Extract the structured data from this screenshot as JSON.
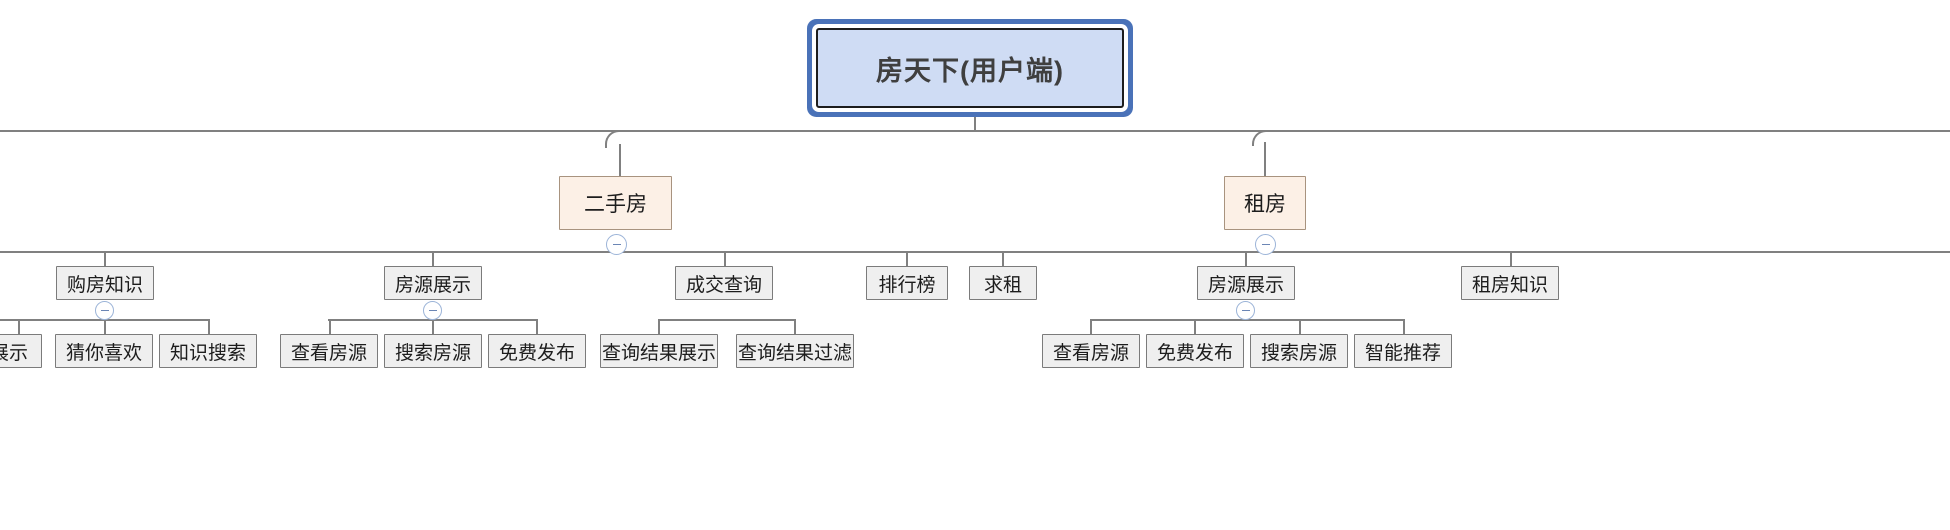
{
  "diagram": {
    "type": "mindmap-tree",
    "title": "房天下(用户端)",
    "orientation": "top-down",
    "colors": {
      "root_fill": "#cfdcf4",
      "root_border": "#4a72b8",
      "level2_fill": "#fcf0e6",
      "level2_border": "#a8937f",
      "level3_fill": "#efefef",
      "level3_border": "#7b7b7b",
      "connector": "#808080",
      "toggle_border": "#9cb4d8",
      "toggle_glyph": "#6b86b5"
    },
    "toggle_icon": "minus-circle-icon",
    "toggle_state": "expanded"
  },
  "root": {
    "label": "房天下(用户端)"
  },
  "branches": [
    {
      "label": "二手房",
      "children": [
        {
          "label": "购房知识",
          "children": [
            {
              "label": "展示"
            },
            {
              "label": "猜你喜欢"
            },
            {
              "label": "知识搜索"
            }
          ]
        },
        {
          "label": "房源展示",
          "children": [
            {
              "label": "查看房源"
            },
            {
              "label": "搜索房源"
            },
            {
              "label": "免费发布"
            }
          ]
        },
        {
          "label": "成交查询",
          "children": [
            {
              "label": "查询结果展示"
            },
            {
              "label": "查询结果过滤"
            }
          ]
        },
        {
          "label": "排行榜",
          "children": []
        }
      ]
    },
    {
      "label": "租房",
      "children": [
        {
          "label": "求租",
          "children": []
        },
        {
          "label": "房源展示",
          "children": [
            {
              "label": "查看房源"
            },
            {
              "label": "免费发布"
            },
            {
              "label": "搜索房源"
            },
            {
              "label": "智能推荐"
            }
          ]
        },
        {
          "label": "租房知识",
          "children": []
        }
      ]
    }
  ],
  "nodes_flat": {
    "root": "房天下(用户端)",
    "ershoufang": "二手房",
    "zufang": "租房",
    "goufangzhishi": "购房知识",
    "fangyuanzhanshi_1": "房源展示",
    "chengjiaochaxun": "成交查询",
    "paihangbang": "排行榜",
    "qiuzu": "求租",
    "fangyuanzhanshi_2": "房源展示",
    "zufangzhishi": "租房知识",
    "zhanshi": "展示",
    "cainixihuan": "猜你喜欢",
    "zhishisousuo": "知识搜索",
    "chakanfangyuan_1": "查看房源",
    "sousuofangyuan_1": "搜索房源",
    "mianfeifabu_1": "免费发布",
    "chaxunjieguozhanshi": "查询结果展示",
    "chaxunjieguoguolv": "查询结果过滤",
    "chakanfangyuan_2": "查看房源",
    "mianfeifabu_2": "免费发布",
    "sousuofangyuan_2": "搜索房源",
    "zhinengtuijian": "智能推荐"
  }
}
